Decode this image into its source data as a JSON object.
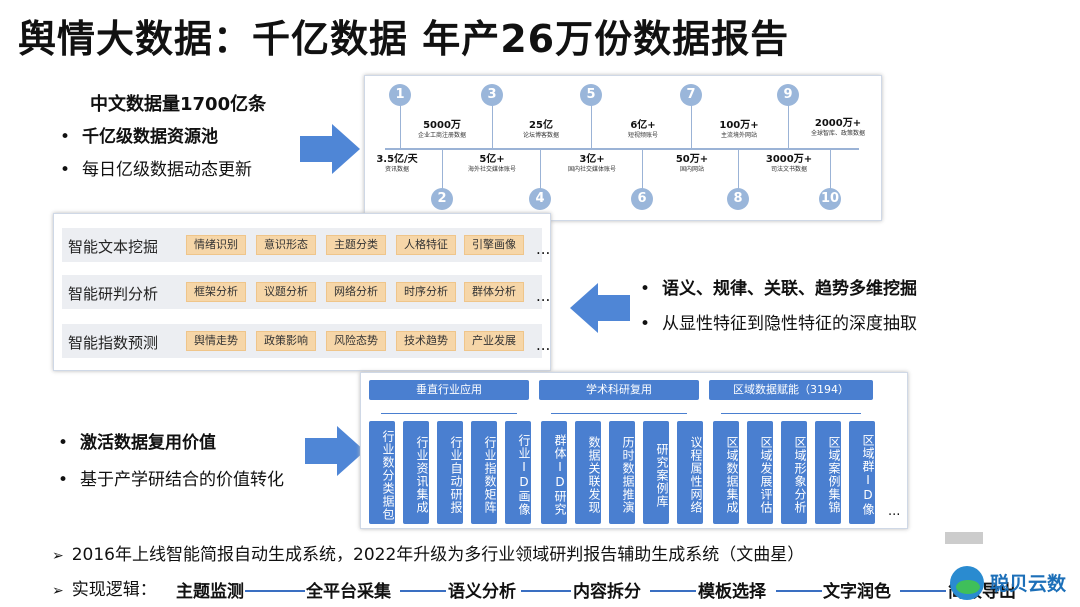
{
  "title": "舆情大数据：千亿数据 年产26万份数据报告",
  "section1": {
    "heading": "中文数据量1700亿条",
    "bullets": [
      "千亿级数据资源池",
      "每日亿级数据动态更新"
    ]
  },
  "timeline": [
    {
      "num": "1",
      "value": "3.5亿/天",
      "label": "资讯数据"
    },
    {
      "num": "2",
      "value": "5000万",
      "label": "企业工商注册数据"
    },
    {
      "num": "3",
      "value": "5亿+",
      "label": "海外社交媒体账号"
    },
    {
      "num": "4",
      "value": "25亿",
      "label": "论坛博客数据"
    },
    {
      "num": "5",
      "value": "3亿+",
      "label": "国内社交媒体账号"
    },
    {
      "num": "6",
      "value": "6亿+",
      "label": "短视频账号"
    },
    {
      "num": "7",
      "value": "50万+",
      "label": "国内网站"
    },
    {
      "num": "8",
      "value": "100万+",
      "label": "主流境外网站"
    },
    {
      "num": "9",
      "value": "3000万+",
      "label": "司法文书数据"
    },
    {
      "num": "10",
      "value": "2000万+",
      "label": "全球智库、政策数据"
    }
  ],
  "mining": {
    "rows": [
      {
        "label": "智能文本挖掘",
        "tags": [
          "情绪识别",
          "意识形态",
          "主题分类",
          "人格特征",
          "引擎画像"
        ]
      },
      {
        "label": "智能研判分析",
        "tags": [
          "框架分析",
          "议题分析",
          "网络分析",
          "时序分析",
          "群体分析"
        ]
      },
      {
        "label": "智能指数预测",
        "tags": [
          "舆情走势",
          "政策影响",
          "风险态势",
          "技术趋势",
          "产业发展"
        ]
      }
    ],
    "ellipsis": "..."
  },
  "section2": {
    "bullets": [
      "语义、规律、关联、趋势多维挖掘",
      "从显性特征到隐性特征的深度抽取"
    ]
  },
  "section3": {
    "bullets": [
      "激活数据复用价值",
      "基于产学研结合的价值转化"
    ]
  },
  "grid": {
    "groups": [
      {
        "title": "垂直行业应用",
        "cols": [
          "行业数分类据包",
          "行业资讯集成",
          "行业自动研报",
          "行业指数矩阵",
          "行业ID画像"
        ]
      },
      {
        "title": "学术科研复用",
        "cols": [
          "群体ID研究",
          "数据关联发现",
          "历时数据推演",
          "研究案例库",
          "议程属性网络"
        ]
      },
      {
        "title": "区域数据赋能（3194）",
        "cols": [
          "区域数据集成",
          "区域发展评估",
          "区域形象分析",
          "区域案例集锦",
          "区域群ID像"
        ]
      }
    ],
    "ellipsis": "..."
  },
  "bottom": {
    "line1": "2016年上线智能简报自动生成系统，2022年升级为多行业领域研判报告辅助生成系统（文曲星）",
    "line2_prefix": "实现逻辑：",
    "steps": [
      "主题监测",
      "全平台采集",
      "语义分析",
      "内容拆分",
      "模板选择",
      "文字润色",
      "简报导出"
    ]
  },
  "logo": {
    "text": "聪贝云数"
  },
  "colors": {
    "accent": "#4a7fd0",
    "tag": "#f6d6a8",
    "node": "#9ab6da"
  }
}
